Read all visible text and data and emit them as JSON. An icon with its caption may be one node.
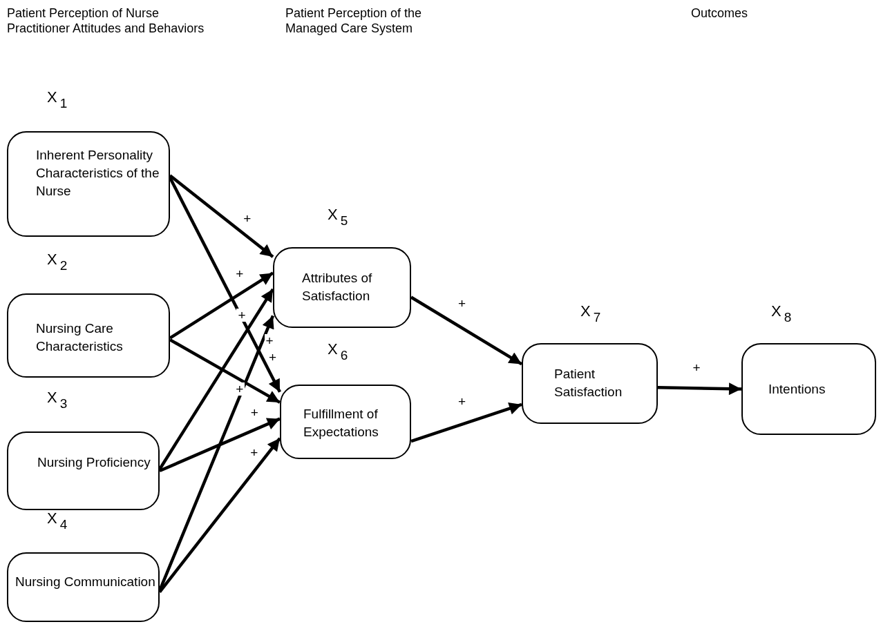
{
  "diagram": {
    "nodes": [
      {
        "text": [
          "X$_{1}$",
          "Inherent Personality Characteristics of the Nurse"
        ]
      },
      {
        "text": [
          "X$_{2}$",
          "Nursing Care Characteristics"
        ]
      },
      {
        "text": [
          "X$_{3}$",
          "Nursing Proficiency"
        ]
      },
      {
        "text": [
          "X$_{4}$",
          "Nursing Communication"
        ]
      },
      {
        "text": [
          "X$_{5}$",
          "Attributes of Satisfaction"
        ]
      },
      {
        "text": [
          "X$_{6}$",
          "Fulfillment of Expectations"
        ]
      },
      {
        "text": [
          "X$_{7}$",
          "Patient Satisfaction"
        ]
      },
      {
        "text": [
          "X$_{8}$",
          "Intentions"
        ]
      }
    ],
    "edges": [
      {
        "from": 0,
        "to": 4,
        "arrow": "to",
        "label": "+"
      },
      {
        "from": 0,
        "to": 5,
        "arrow": "to",
        "label": "+"
      },
      {
        "from": 1,
        "to": 4,
        "arrow": "to",
        "label": "+"
      },
      {
        "from": 1,
        "to": 5,
        "arrow": "to",
        "label": "+"
      },
      {
        "from": 2,
        "to": 4,
        "arrow": "to",
        "label": "+"
      },
      {
        "from": 2,
        "to": 5,
        "arrow": "to",
        "label": "+"
      },
      {
        "from": 3,
        "to": 4,
        "arrow": "to",
        "label": "+"
      },
      {
        "from": 3,
        "to": 5,
        "arrow": "to",
        "label": "+"
      },
      {
        "from": 4,
        "to": 6,
        "arrow": "to",
        "label": "+"
      },
      {
        "from": 5,
        "to": 6,
        "arrow": "to",
        "label": "+"
      },
      {
        "from": 6,
        "to": 7,
        "arrow": "to",
        "label": "+"
      }
    ],
    "labels": [
      "Patient Perception of Nurse Practitioner Attitudes and Behaviors",
      "Patient Perception of the Managed Care System",
      "Outcomes"
    ]
  }
}
